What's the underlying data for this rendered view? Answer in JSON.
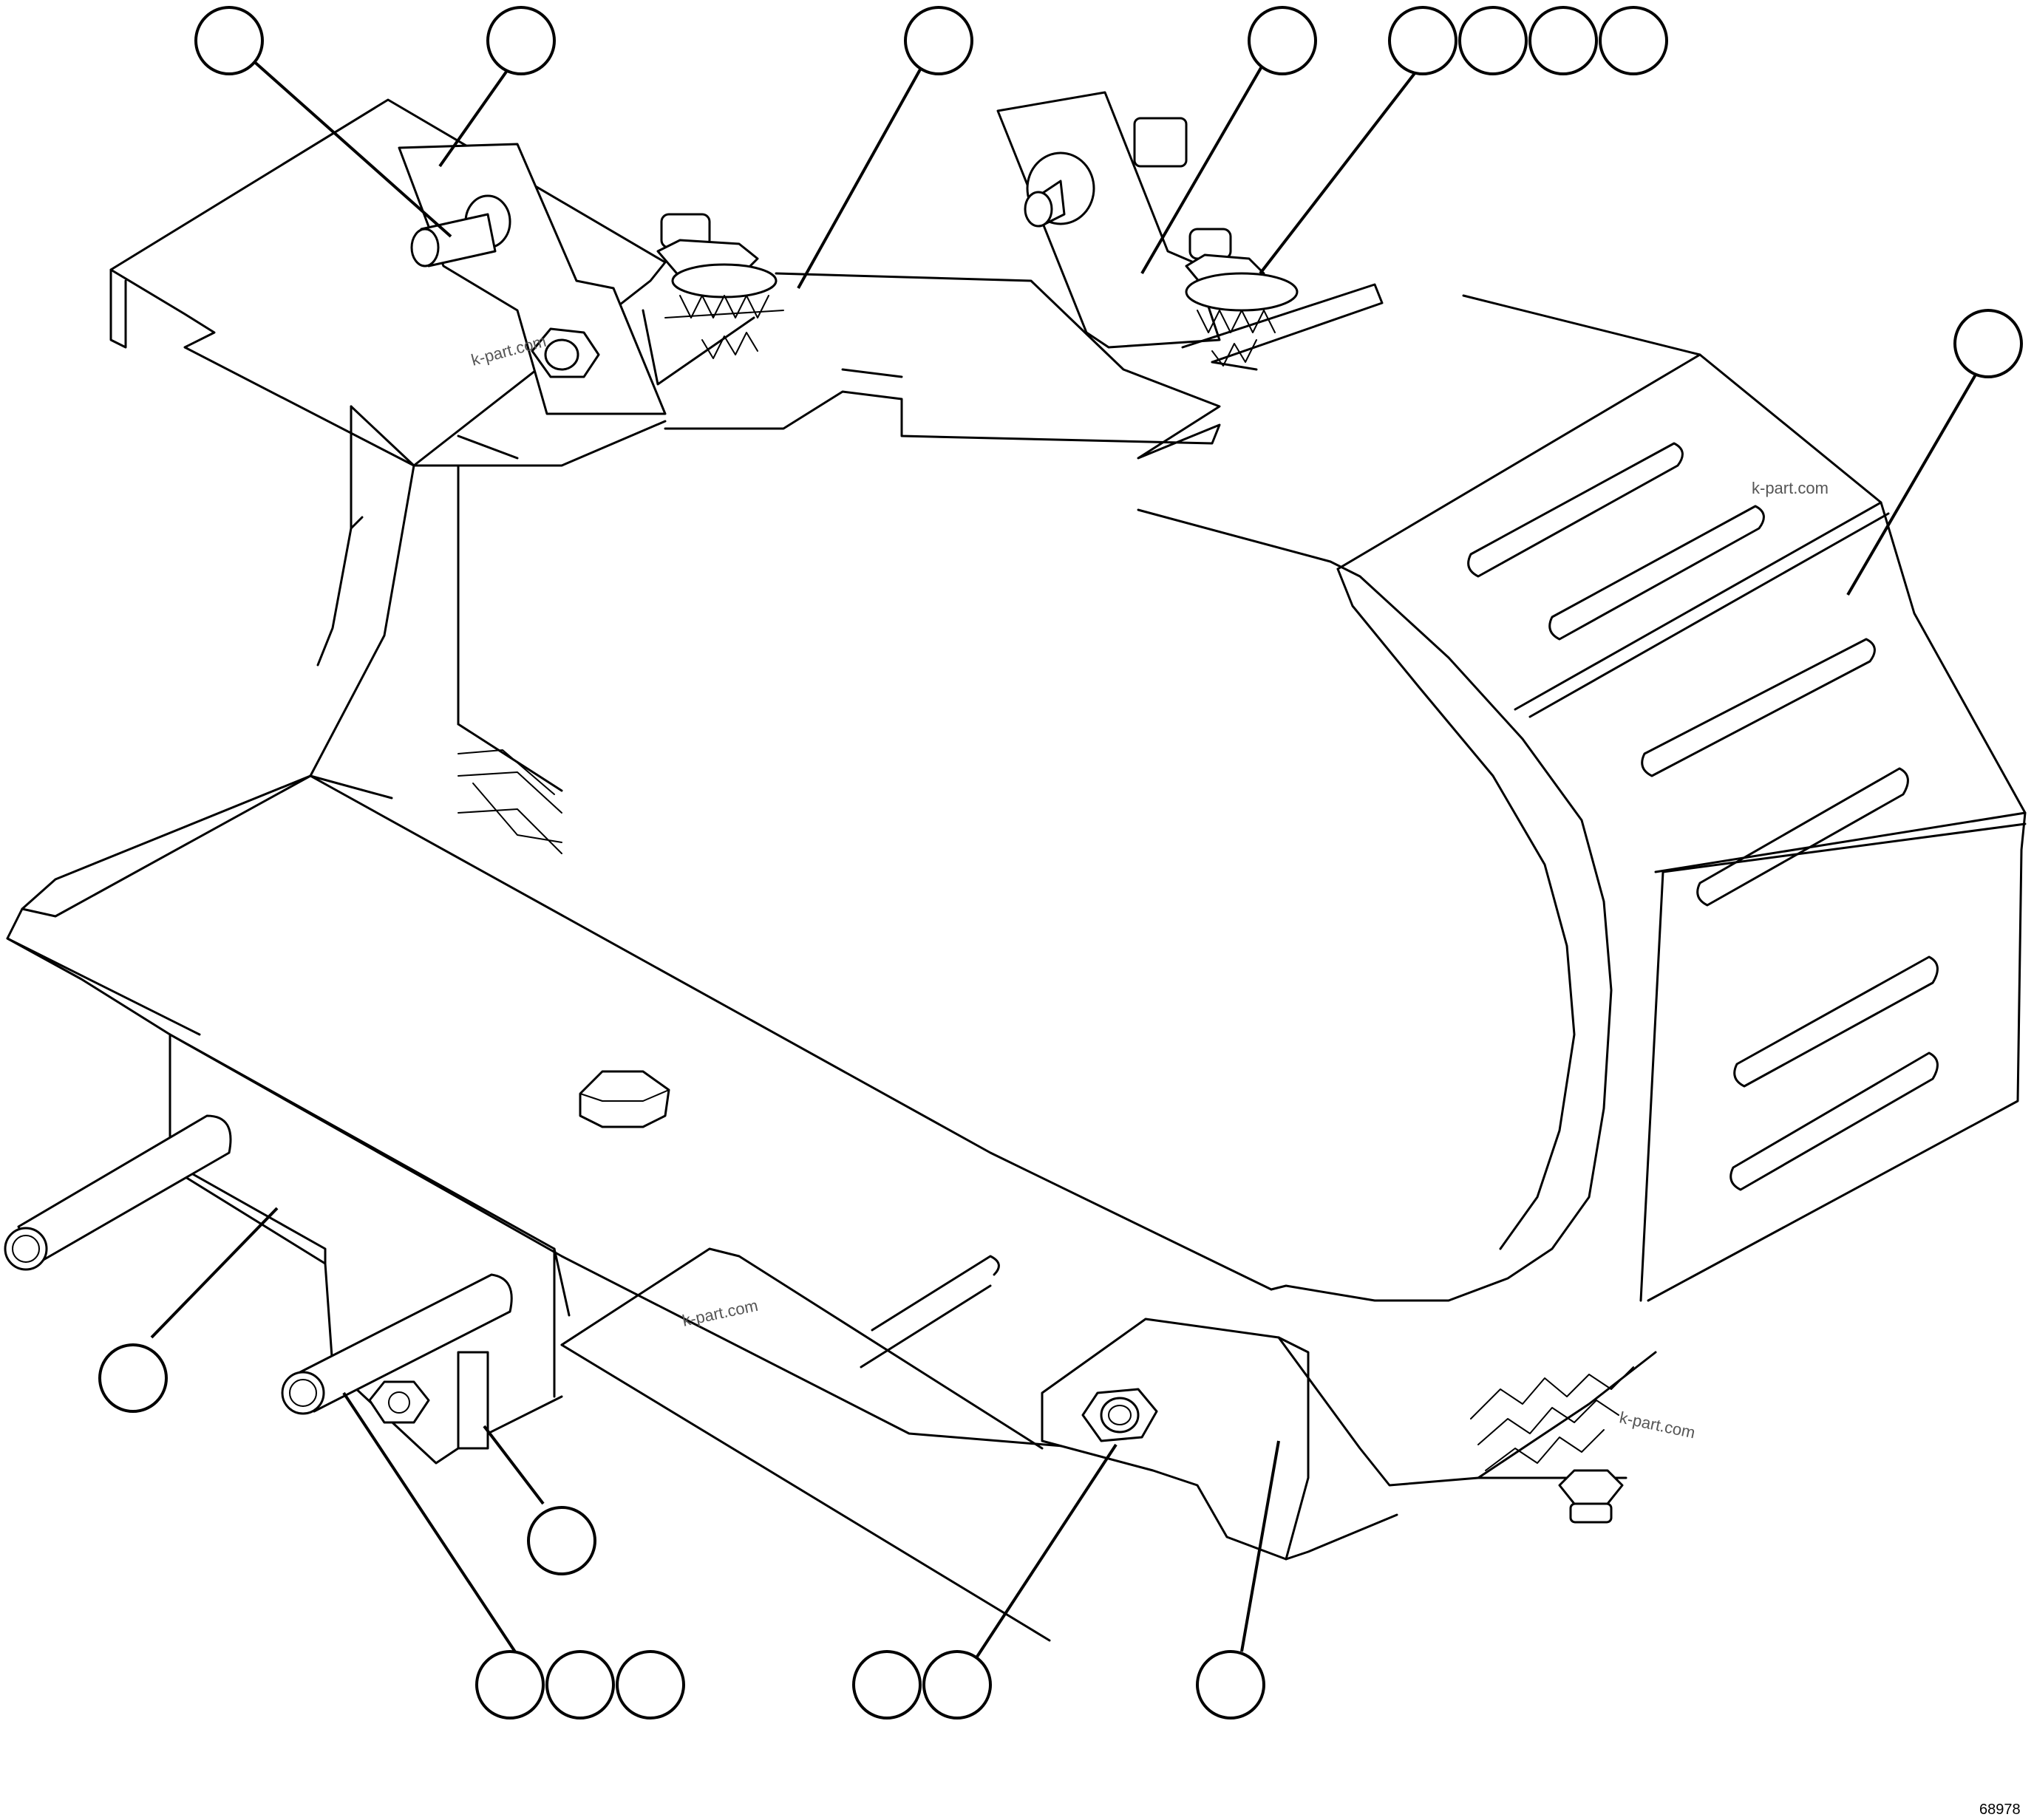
{
  "watermarks": [
    "k-part.com",
    "k-part.com",
    "k-part.com",
    "k-part.com"
  ],
  "drawing_number": "68978"
}
